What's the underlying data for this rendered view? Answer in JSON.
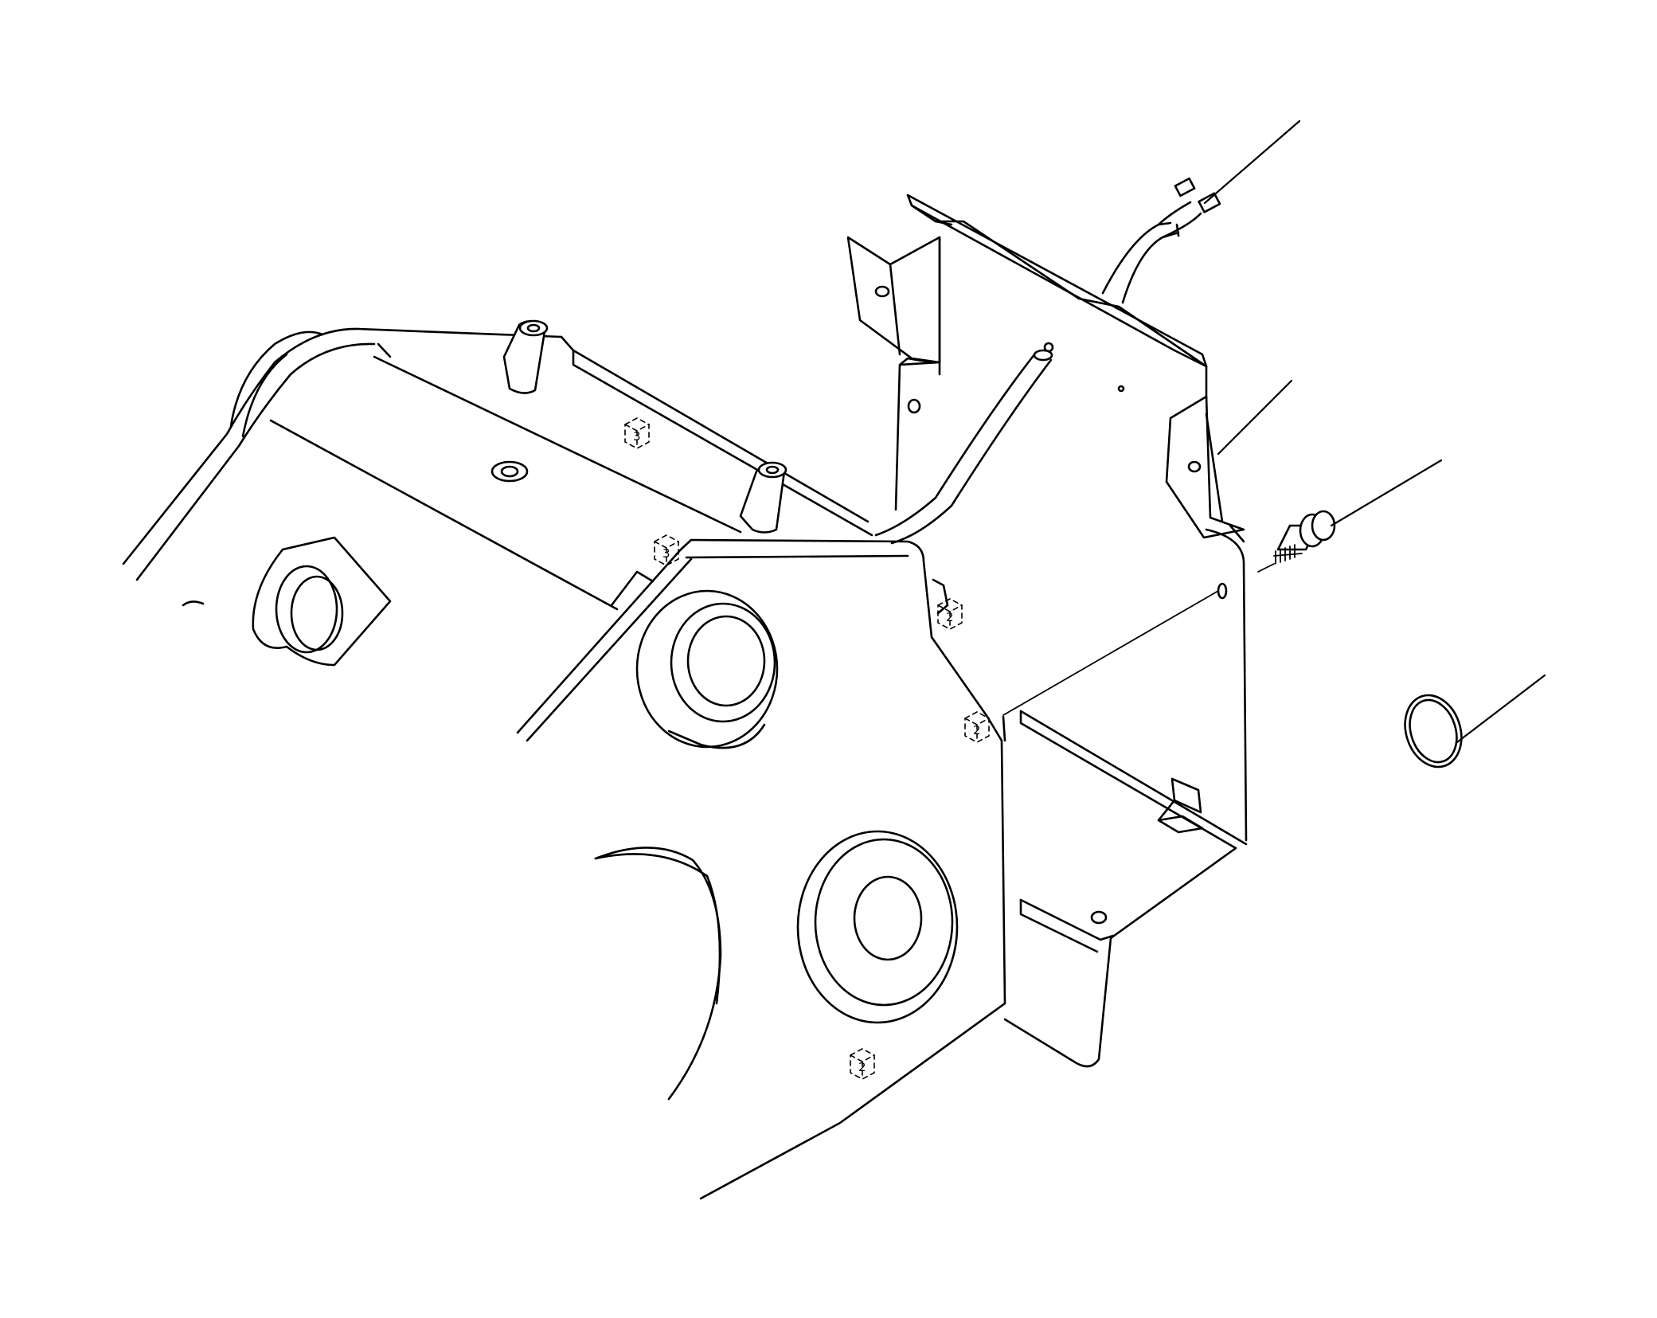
{
  "diagram": {
    "type": "exploded-parts-drawing",
    "line_color": "#000000",
    "background": "#ffffff",
    "callout_markers": [
      "3",
      "3",
      "2",
      "2",
      "2"
    ],
    "leader_lines": 4
  }
}
